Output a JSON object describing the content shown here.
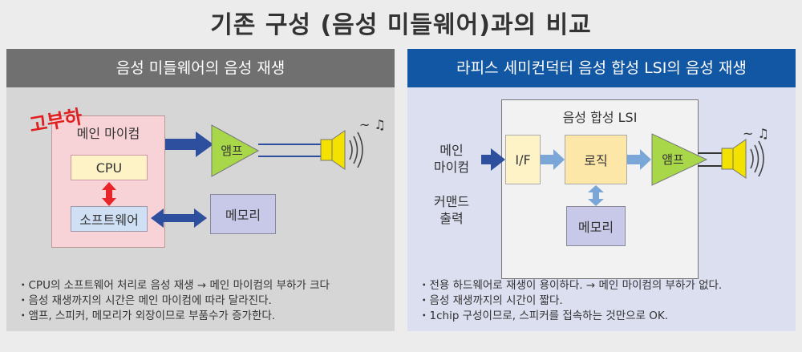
{
  "title": "기존 구성 (음성 미들웨어)과의 비교",
  "left": {
    "header": "음성 미들웨어의 음성 재생",
    "heavy_load": "고부하",
    "mcu": "메인 마이컴",
    "cpu": "CPU",
    "software": "소프트웨어",
    "amp": "앰프",
    "memory": "메모리",
    "bullets": [
      "・CPU의 소프트웨어 처리로 음성 재생 → 메인 마이컴의 부하가 크다",
      "・음성 재생까지의 시간은 메인 마이컴에 따라 달라진다.",
      "・앰프, 스피커, 메모리가 외장이므로 부품수가 증가한다."
    ]
  },
  "right": {
    "header": "라피스 세미컨덕터 음성 합성 LSI의 음성 재생",
    "lsi": "음성 합성 LSI",
    "mcu_line1": "메인",
    "mcu_line2": "마이컴",
    "cmd_line1": "커맨드",
    "cmd_line2": "출력",
    "if": "I/F",
    "logic": "로직",
    "amp": "앰프",
    "memory": "메모리",
    "bullets": [
      "・전용 하드웨어로 재생이 용이하다. → 메인 마이컴의 부하가 없다.",
      "・음성 재생까지의 시간이 짧다.",
      "・1chip 구성이므로, 스피커를 접속하는 것만으로 OK."
    ]
  },
  "colors": {
    "left_header": "#707070",
    "right_header": "#1257a4",
    "heavy_load": "#e02020",
    "amp": "#a8d84a",
    "speaker": "#f3e100"
  }
}
